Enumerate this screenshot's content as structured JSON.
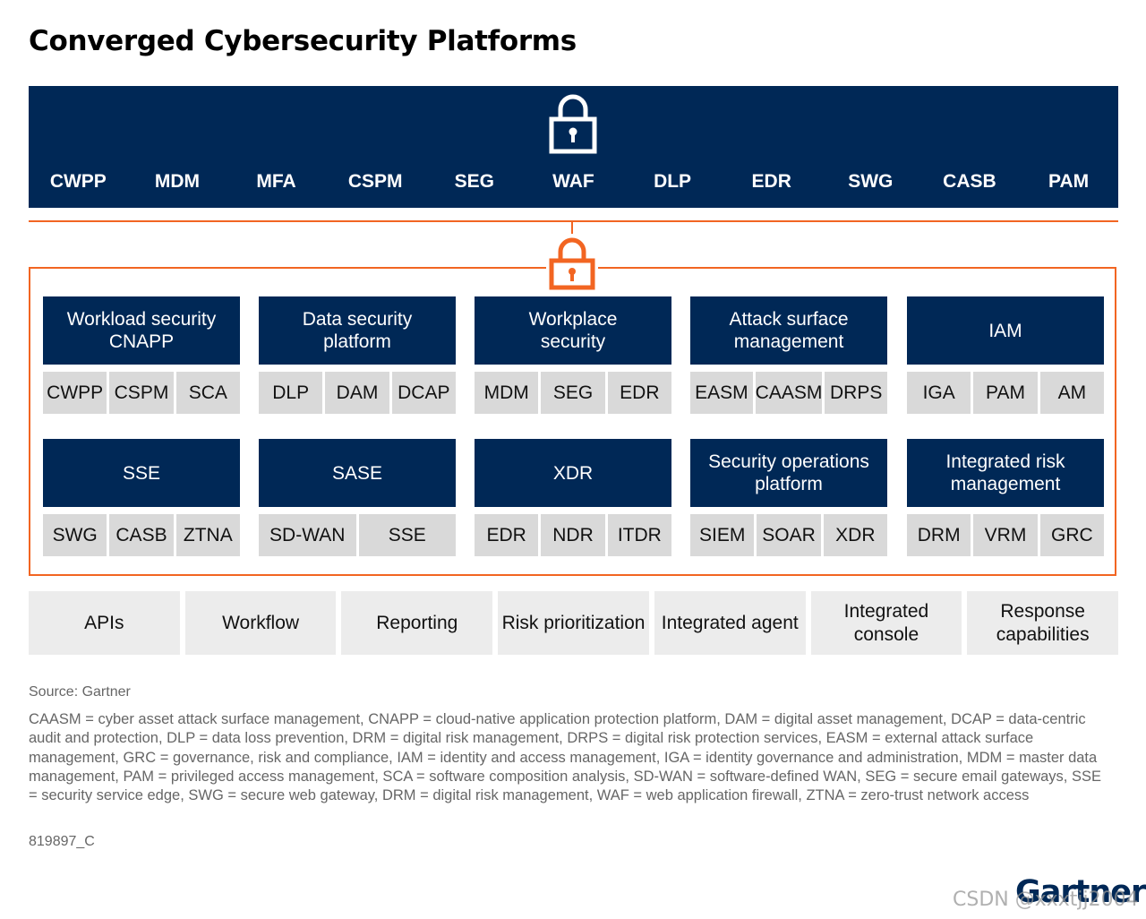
{
  "title": "Converged Cybersecurity Platforms",
  "colors": {
    "navy": "#002856",
    "orange": "#f26522",
    "gray_item": "#d9d9d9",
    "gray_cap": "#ececec"
  },
  "icons": {
    "top": "lock-icon",
    "middle": "lock-icon"
  },
  "top_bar": {
    "items": [
      "CWPP",
      "MDM",
      "MFA",
      "CSPM",
      "SEG",
      "WAF",
      "DLP",
      "EDR",
      "SWG",
      "CASB",
      "PAM"
    ]
  },
  "platforms": [
    {
      "title": "Workload security CNAPP",
      "items": [
        "CWPP",
        "CSPM",
        "SCA"
      ]
    },
    {
      "title": "Data security platform",
      "items": [
        "DLP",
        "DAM",
        "DCAP"
      ]
    },
    {
      "title": "Workplace security",
      "items": [
        "MDM",
        "SEG",
        "EDR"
      ]
    },
    {
      "title": "Attack surface management",
      "items": [
        "EASM",
        "CAASM",
        "DRPS"
      ]
    },
    {
      "title": "IAM",
      "items": [
        "IGA",
        "PAM",
        "AM"
      ]
    },
    {
      "title": "SSE",
      "items": [
        "SWG",
        "CASB",
        "ZTNA"
      ]
    },
    {
      "title": "SASE",
      "items": [
        "SD-WAN",
        "SSE"
      ]
    },
    {
      "title": "XDR",
      "items": [
        "EDR",
        "NDR",
        "ITDR"
      ]
    },
    {
      "title": "Security operations platform",
      "items": [
        "SIEM",
        "SOAR",
        "XDR"
      ]
    },
    {
      "title": "Integrated risk management",
      "items": [
        "DRM",
        "VRM",
        "GRC"
      ]
    }
  ],
  "capabilities": [
    "APIs",
    "Workflow",
    "Reporting",
    "Risk prioritization",
    "Integrated agent",
    "Integrated console",
    "Response capabilities"
  ],
  "source": "Source: Gartner",
  "abbreviations": "CAASM = cyber asset attack surface management, CNAPP = cloud-native application protection platform, DAM = digital asset management, DCAP = data-centric audit and protection, DLP = data loss prevention, DRM = digital risk management, DRPS = digital risk protection services, EASM = external attack surface management, GRC = governance, risk and compliance, IAM = identity and access management, IGA = identity governance and administration, MDM = master data management, PAM = privileged access management, SCA = software composition analysis, SD-WAN = software-defined WAN, SEG = secure email gateways, SSE = security service edge, SWG = secure web gateway, DRM = digital risk management, WAF = web application firewall, ZTNA = zero-trust network access",
  "figure_code": "819897_C",
  "logo": "Gartner",
  "watermark": "CSDN @xxxtjj2004"
}
